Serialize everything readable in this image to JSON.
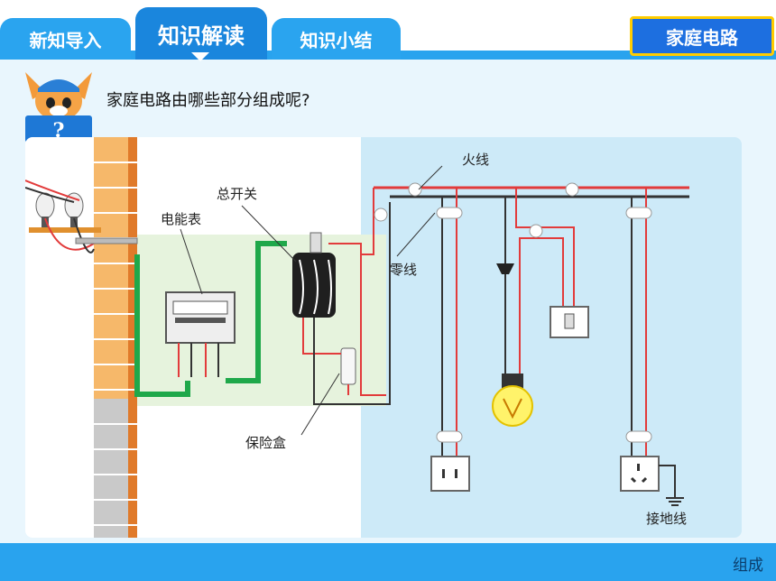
{
  "tabs": [
    {
      "label": "新知导入",
      "active": false
    },
    {
      "label": "知识解读",
      "active": true
    },
    {
      "label": "知识小结",
      "active": false
    }
  ],
  "topic_badge": "家庭电路",
  "question": "家庭电路由哪些部分组成呢?",
  "mascot_badge": "?",
  "diagram": {
    "labels": {
      "live_wire": "火线",
      "neutral_wire": "零线",
      "meter": "电能表",
      "main_switch": "总开关",
      "fuse_box": "保险盒",
      "ground_wire": "接地线"
    }
  },
  "footer": "组成",
  "colors": {
    "accent_blue": "#29a3ee",
    "live_wire": "#e23b3b",
    "neutral_wire": "#333333",
    "ground_green": "#1fa84a"
  }
}
